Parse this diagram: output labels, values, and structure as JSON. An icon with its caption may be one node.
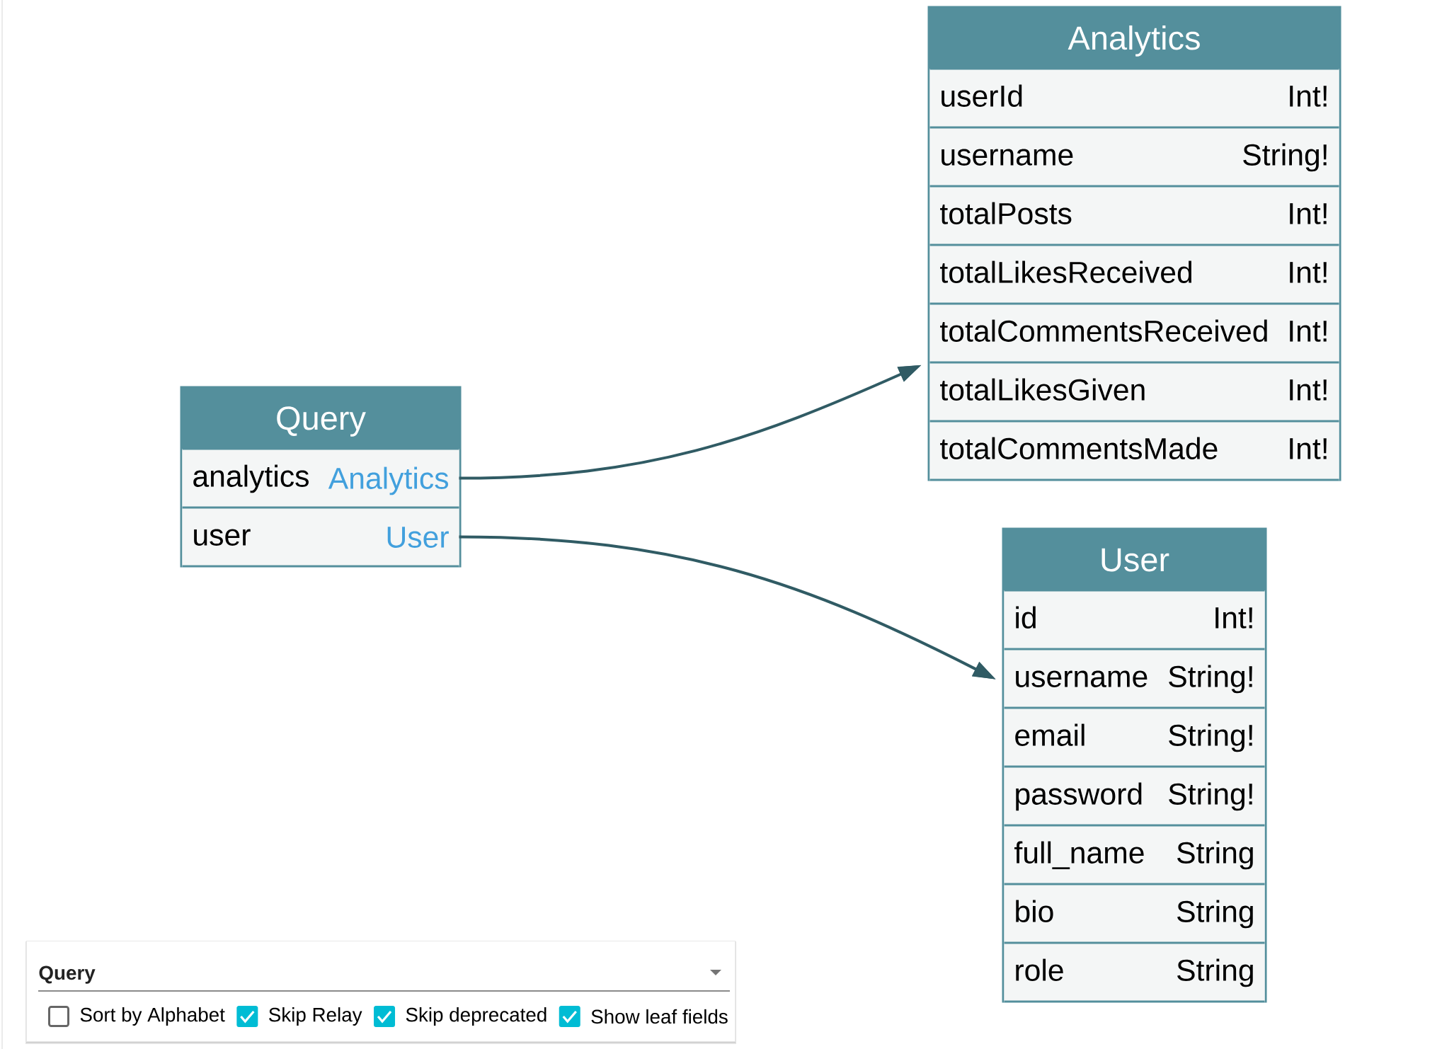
{
  "diagram": {
    "nodes": [
      {
        "text": [
          "Query"
        ]
      },
      {
        "text": [
          "analytics",
          "Analytics"
        ],
        "in": 0
      },
      {
        "text": [
          "user",
          "User"
        ],
        "in": 0
      },
      {
        "text": [
          "Analytics"
        ]
      },
      {
        "text": [
          "userId",
          "Int!"
        ],
        "in": 3
      },
      {
        "text": [
          "username",
          "String!"
        ],
        "in": 3
      },
      {
        "text": [
          "totalPosts",
          "Int!"
        ],
        "in": 3
      },
      {
        "text": [
          "totalLikesReceived",
          "Int!"
        ],
        "in": 3
      },
      {
        "text": [
          "totalCommentsReceived",
          "Int!"
        ],
        "in": 3
      },
      {
        "text": [
          "totalLikesGiven",
          "Int!"
        ],
        "in": 3
      },
      {
        "text": [
          "totalCommentsMade",
          "Int!"
        ],
        "in": 3
      },
      {
        "text": [
          "User"
        ]
      },
      {
        "text": [
          "id",
          "Int!"
        ],
        "in": 11
      },
      {
        "text": [
          "username",
          "String!"
        ],
        "in": 11
      },
      {
        "text": [
          "email",
          "String!"
        ],
        "in": 11
      },
      {
        "text": [
          "password",
          "String!"
        ],
        "in": 11
      },
      {
        "text": [
          "full_name",
          "String"
        ],
        "in": 11
      },
      {
        "text": [
          "bio",
          "String"
        ],
        "in": 11
      },
      {
        "text": [
          "role",
          "String"
        ],
        "in": 11
      },
      {
        "text": [
          "Query",
          "Sort by Alphabet",
          "Skip Relay",
          "Skip deprecated",
          "Show leaf fields"
        ]
      }
    ],
    "edges": [
      {
        "from": 1,
        "to": 3,
        "arrow": "to"
      },
      {
        "from": 2,
        "to": 11,
        "arrow": "to"
      }
    ]
  }
}
